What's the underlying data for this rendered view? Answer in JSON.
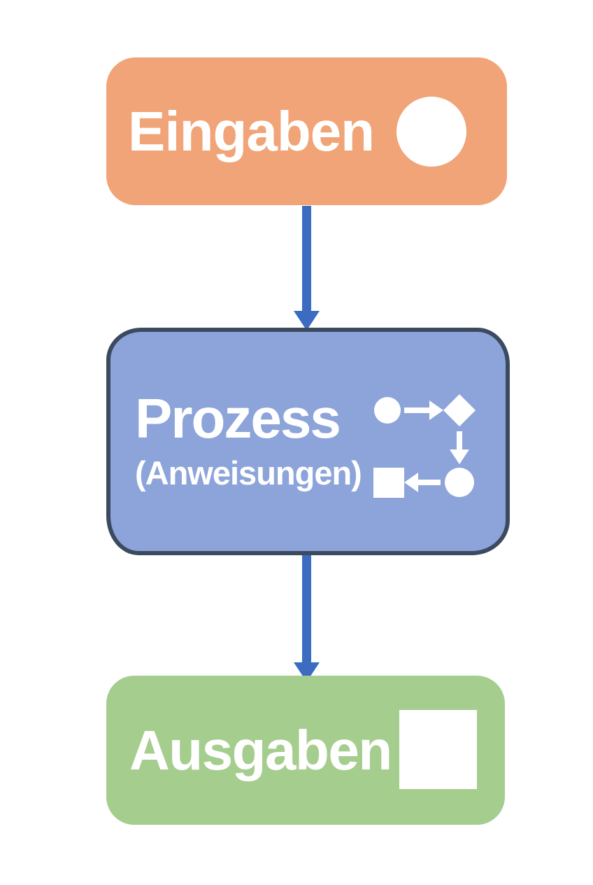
{
  "flow": {
    "background": "#ffffff",
    "text_color": "#ffffff",
    "icon_color": "#ffffff",
    "arrow_color": "#3b6cc1",
    "nodes": [
      {
        "id": "inputs",
        "label": "Eingaben",
        "fill": "#f0a478",
        "icon": "circle-icon"
      },
      {
        "id": "process",
        "label": "Prozess",
        "sublabel": "(Anweisungen)",
        "fill": "#8ca4d9",
        "border": "#3c4a60",
        "icon": "mini-flowchart-icon",
        "icon_shapes": [
          "circle",
          "arrow-right",
          "diamond",
          "arrow-down",
          "circle",
          "arrow-left",
          "square"
        ]
      },
      {
        "id": "outputs",
        "label": "Ausgaben",
        "fill": "#a5cd8e",
        "icon": "square-icon"
      }
    ],
    "arrows": [
      {
        "from": "inputs",
        "to": "process"
      },
      {
        "from": "process",
        "to": "outputs"
      }
    ]
  }
}
